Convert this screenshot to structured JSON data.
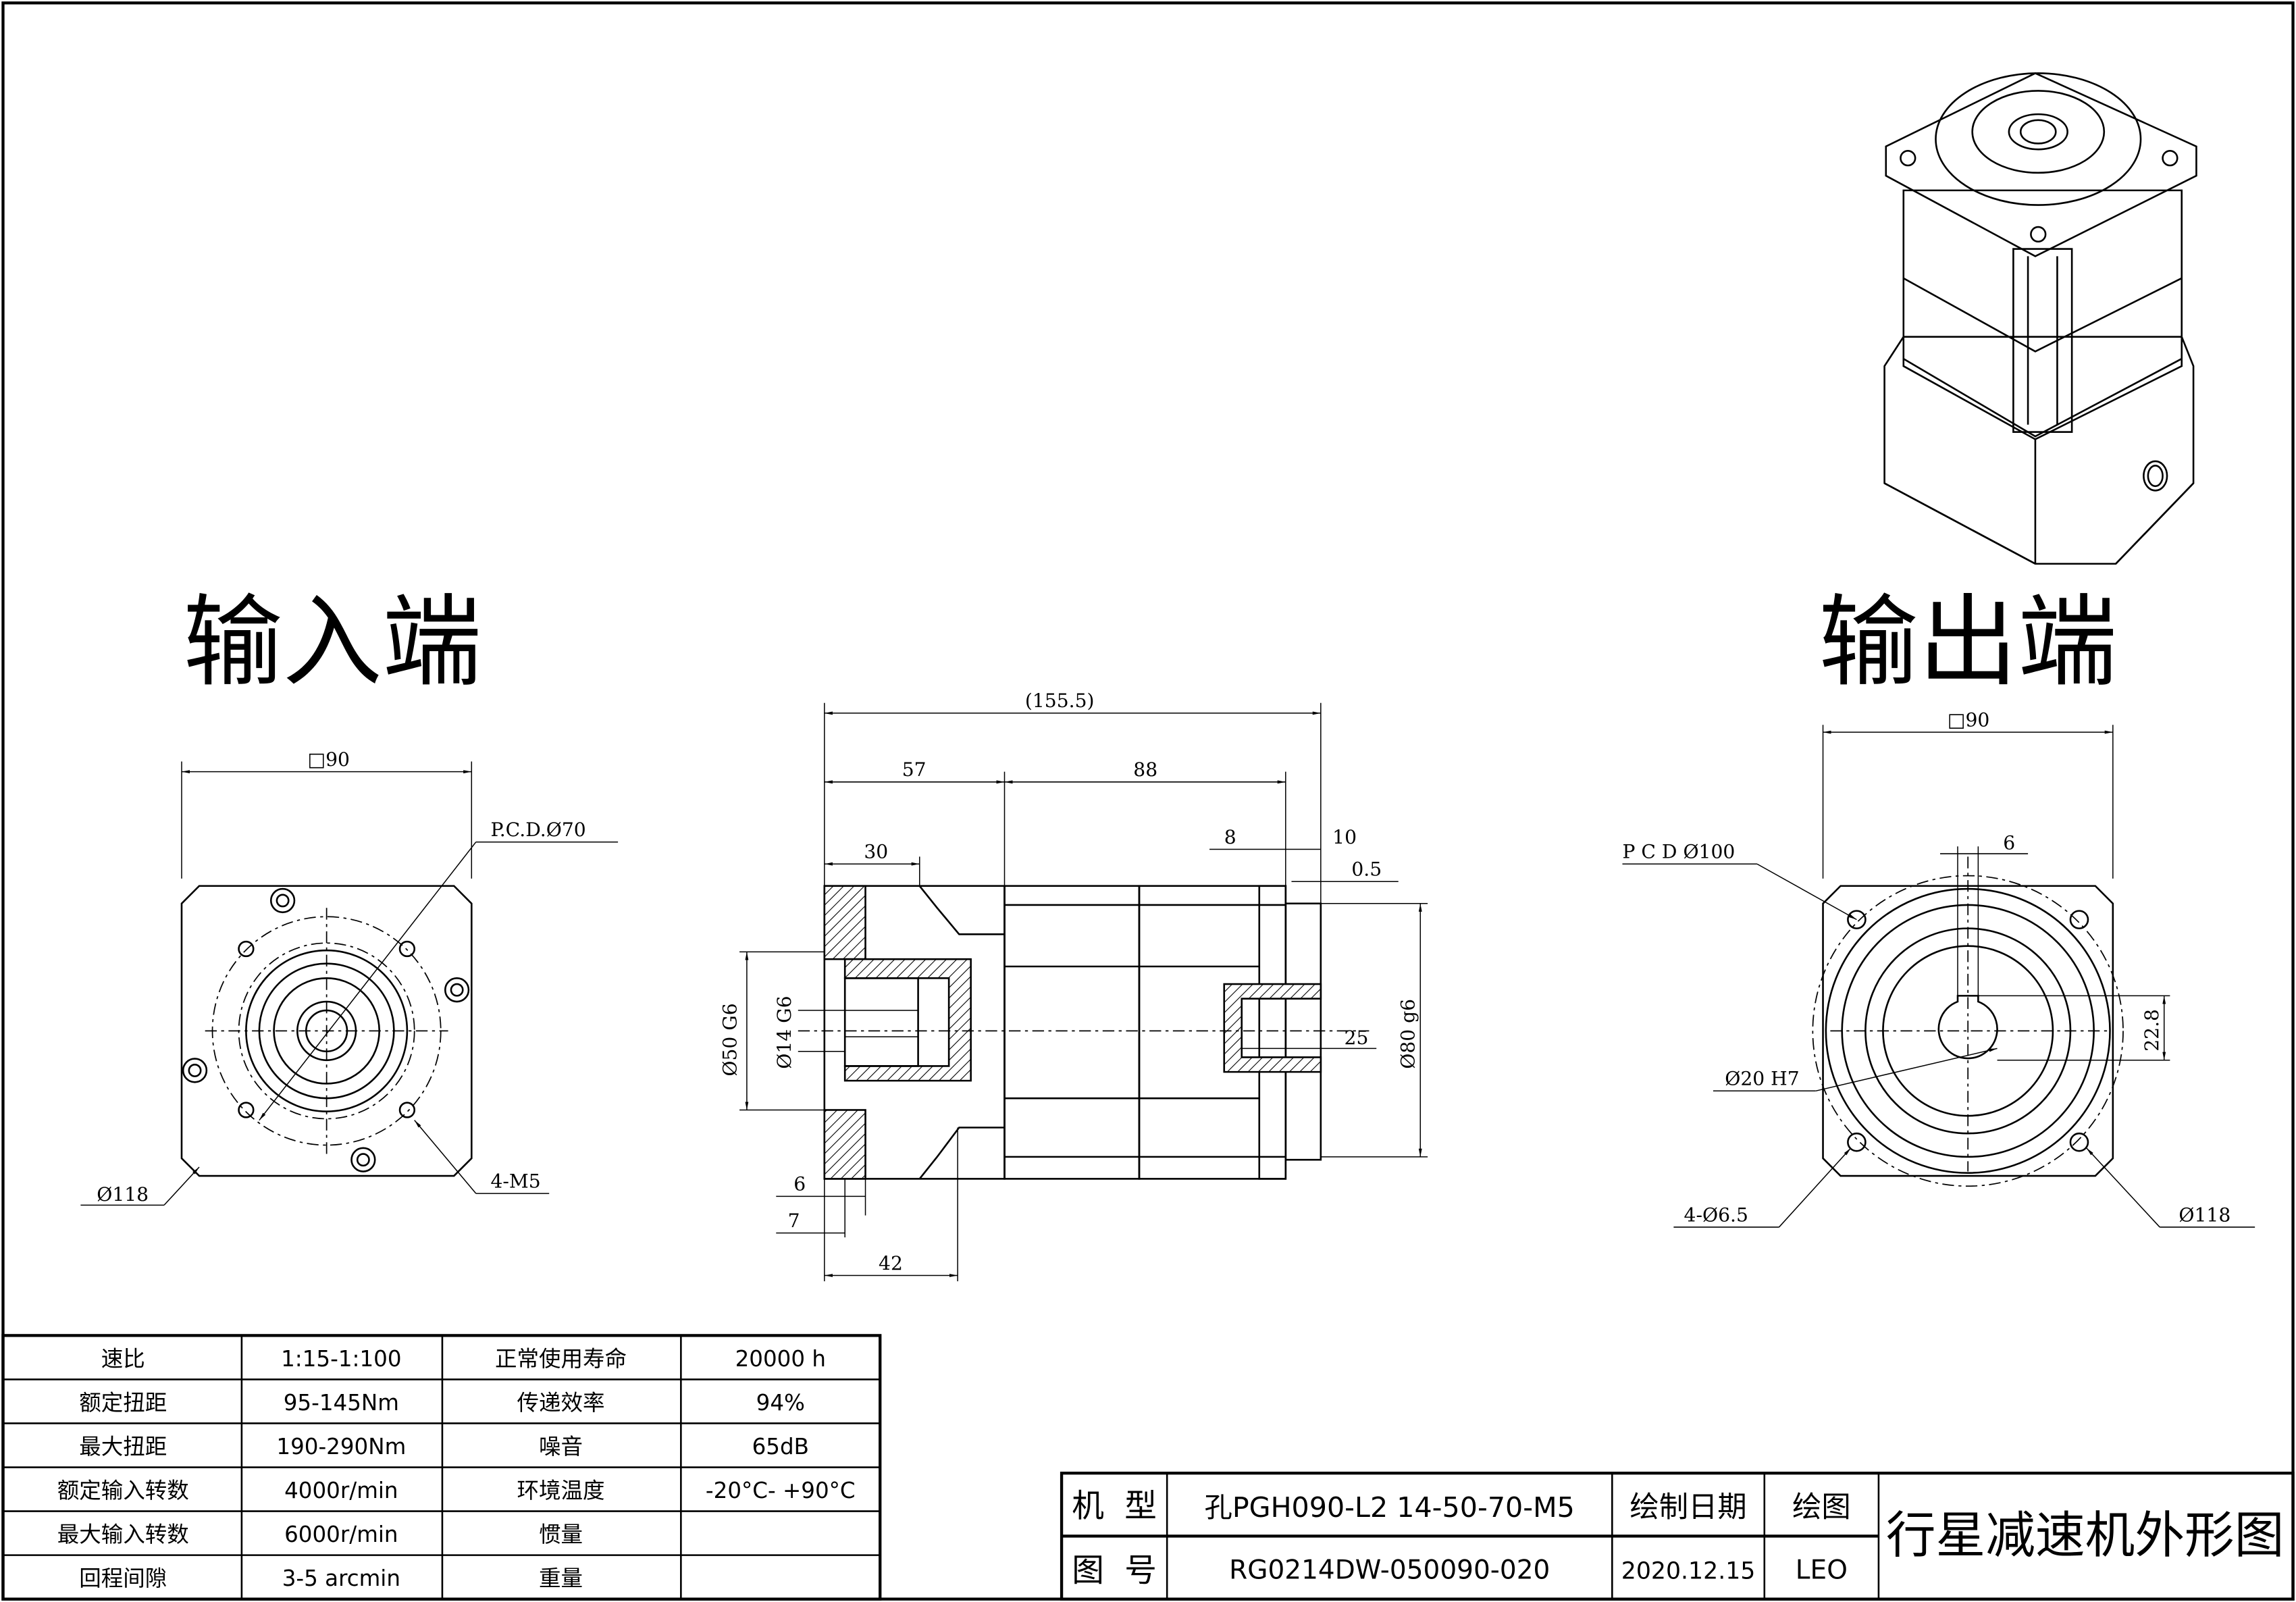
{
  "views": {
    "input_label": "输入端",
    "output_label": "输出端"
  },
  "input_view": {
    "square": "□90",
    "pcd": "P.C.D.Ø70",
    "outer_dia": "Ø118",
    "holes": "4-M5"
  },
  "side_view": {
    "total": "(155.5)",
    "d57": "57",
    "d88": "88",
    "d30": "30",
    "d8": "8",
    "d10": "10",
    "d05": "0.5",
    "d50": "Ø50 G6",
    "d14": "Ø14 G6",
    "d80": "Ø80 g6",
    "d25": "25",
    "d6": "6",
    "d7": "7",
    "d42": "42"
  },
  "output_view": {
    "square": "□90",
    "pcd": "P C D Ø100",
    "key": "6",
    "keyway": "22.8",
    "bore": "Ø20 H7",
    "holes": "4-Ø6.5",
    "outer_dia": "Ø118"
  },
  "spec_table": [
    [
      "速比",
      "1:15-1:100",
      "正常使用寿命",
      "20000 h"
    ],
    [
      "额定扭距",
      "95-145Nm",
      "传递效率",
      "94%"
    ],
    [
      "最大扭距",
      "190-290Nm",
      "噪音",
      "65dB"
    ],
    [
      "额定输入转数",
      "4000r/min",
      "环境温度",
      "-20°C- +90°C"
    ],
    [
      "最大输入转数",
      "6000r/min",
      "惯量",
      ""
    ],
    [
      "回程间隙",
      "3-5 arcmin",
      "重量",
      ""
    ]
  ],
  "title_block": {
    "model_label": "机  型",
    "model_value": "孔PGH090-L2 14-50-70-M5",
    "date_label": "绘制日期",
    "drawer_label": "绘图",
    "drawing_no_label": "图  号",
    "drawing_no_value": "RG0214DW-050090-020",
    "date_value": "2020.12.15",
    "drawer_value": "LEO",
    "title": "行星减速机外形图"
  }
}
